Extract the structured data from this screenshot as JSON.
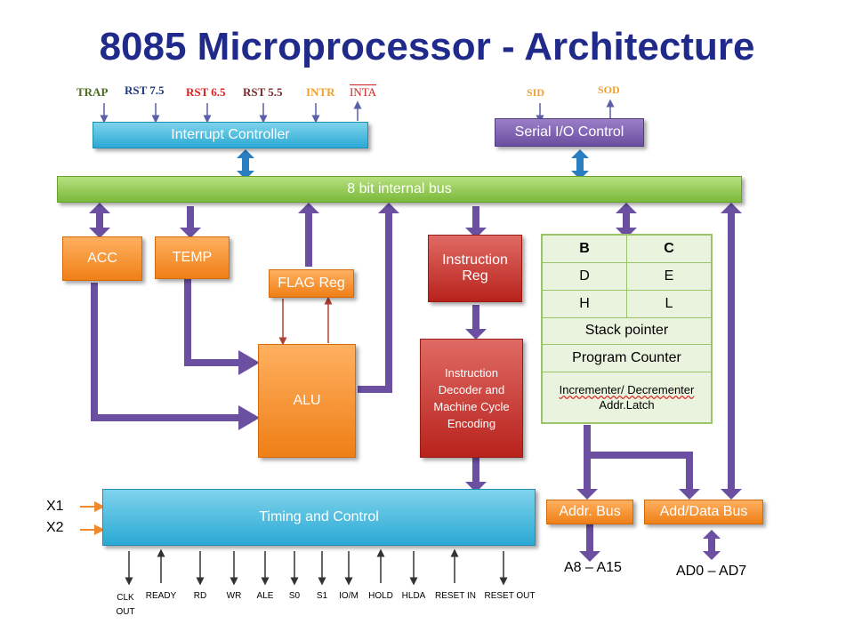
{
  "title": "8085 Microprocessor - Architecture",
  "interrupts": [
    {
      "label": "TRAP",
      "color": "#4b6b1f"
    },
    {
      "label": "RST 7.5",
      "color": "#1f3a7a"
    },
    {
      "label": "RST 6.5",
      "color": "#e02020"
    },
    {
      "label": "RST 5.5",
      "color": "#7a2a2a"
    },
    {
      "label": "INTR",
      "color": "#f0a030"
    },
    {
      "label": "INTA",
      "color": "#d02020"
    }
  ],
  "serial": {
    "sid": "SID",
    "sod": "SOD"
  },
  "blocks": {
    "interrupt_controller": "Interrupt Controller",
    "serial_io": "Serial I/O  Control",
    "internal_bus": "8 bit internal bus",
    "acc": "ACC",
    "temp": "TEMP",
    "flag_reg": "FLAG Reg",
    "alu": "ALU",
    "instr_reg_line1": "Instruction",
    "instr_reg_line2": "Reg",
    "decoder": "Instruction Decoder and Machine Cycle Encoding",
    "timing": "Timing and Control",
    "addr_bus": "Addr. Bus",
    "data_bus": "Add/Data Bus"
  },
  "registers": {
    "pairs": [
      [
        "B",
        "C"
      ],
      [
        "D",
        "E"
      ],
      [
        "H",
        "L"
      ]
    ],
    "stack_pointer": "Stack pointer",
    "program_counter": "Program Counter",
    "incdec_line1": "Incrementer/ Decrementer",
    "incdec_line2": "Addr.Latch"
  },
  "clock_inputs": [
    "X1",
    "X2"
  ],
  "control_pins": [
    "CLK OUT",
    "READY",
    "RD",
    "WR",
    "ALE",
    "S0",
    "S1",
    "IO/M",
    "HOLD",
    "HLDA",
    "RESET IN",
    "RESET OUT"
  ],
  "address_out": "A8 – A15",
  "data_out": "AD0 – AD7"
}
